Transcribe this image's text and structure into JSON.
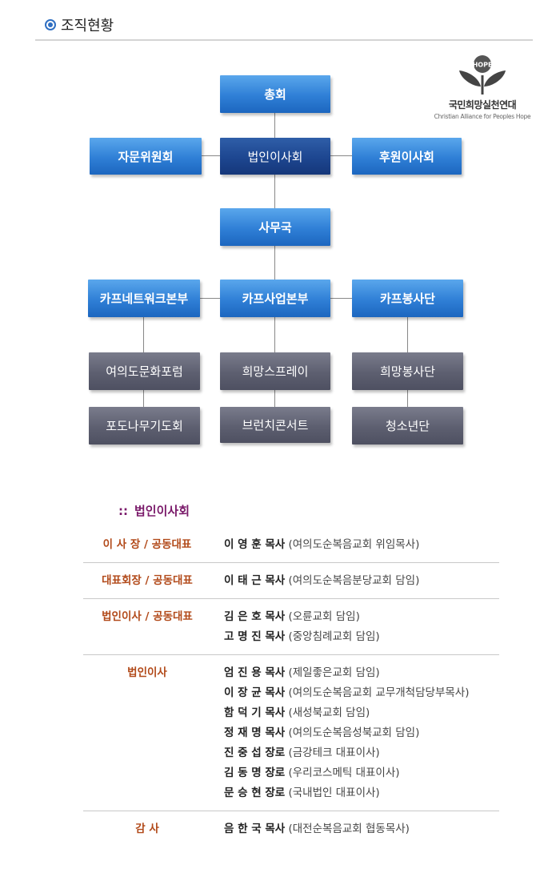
{
  "header": {
    "title": "조직현황"
  },
  "logo": {
    "badge": "HOPE",
    "name_kr": "국민희망실천연대",
    "name_en": "Christian Alliance for Peoples Hope"
  },
  "org": {
    "general_assembly": "총회",
    "advisory": "자문위원회",
    "board": "법인이사회",
    "sponsors": "후원이사회",
    "secretariat": "사무국",
    "hq_network": "카프네트워크본부",
    "hq_business": "카프사업본부",
    "hq_volunteer": "카프봉사단",
    "forum": "여의도문화포럼",
    "vineyard": "포도나무기도회",
    "spray": "희망스프레이",
    "brunch": "브런치콘서트",
    "hope_volunteer": "희망봉사단",
    "youth": "청소년단"
  },
  "board_section": {
    "marker": "::",
    "title": "법인이사회",
    "rows": [
      {
        "role": "이 사 장 / 공동대표",
        "members": [
          {
            "name": "이 영 훈 목사",
            "note": "(여의도순복음교회 위임목사)"
          }
        ]
      },
      {
        "role": "대표회장 / 공동대표",
        "members": [
          {
            "name": "이 태 근 목사",
            "note": "(여의도순복음분당교회 담임)"
          }
        ]
      },
      {
        "role": "법인이사 / 공동대표",
        "members": [
          {
            "name": "김 은 호 목사",
            "note": "(오륜교회 담임)"
          },
          {
            "name": "고 명 진 목사",
            "note": "(중앙침례교회 담임)"
          }
        ]
      },
      {
        "role": "법인이사",
        "members": [
          {
            "name": "엄 진 용 목사",
            "note": "(제일좋은교회 담임)"
          },
          {
            "name": "이 장 균 목사",
            "note": "(여의도순복음교회 교무개척담당부목사)"
          },
          {
            "name": "함 덕 기 목사",
            "note": "(새성북교회 담임)"
          },
          {
            "name": "정 재 명 목사",
            "note": "(여의도순복음성북교회 담임)"
          },
          {
            "name": "진 중 섭 장로",
            "note": "(금강테크 대표이사)"
          },
          {
            "name": "김 동 명 장로",
            "note": "(우리코스메틱 대표이사)"
          },
          {
            "name": "문 승 현 장로",
            "note": "(국내법인 대표이사)"
          }
        ]
      },
      {
        "role": "감    사",
        "members": [
          {
            "name": "음 한 국 목사",
            "note": "(대전순복음교회 협동목사)"
          }
        ]
      }
    ]
  }
}
